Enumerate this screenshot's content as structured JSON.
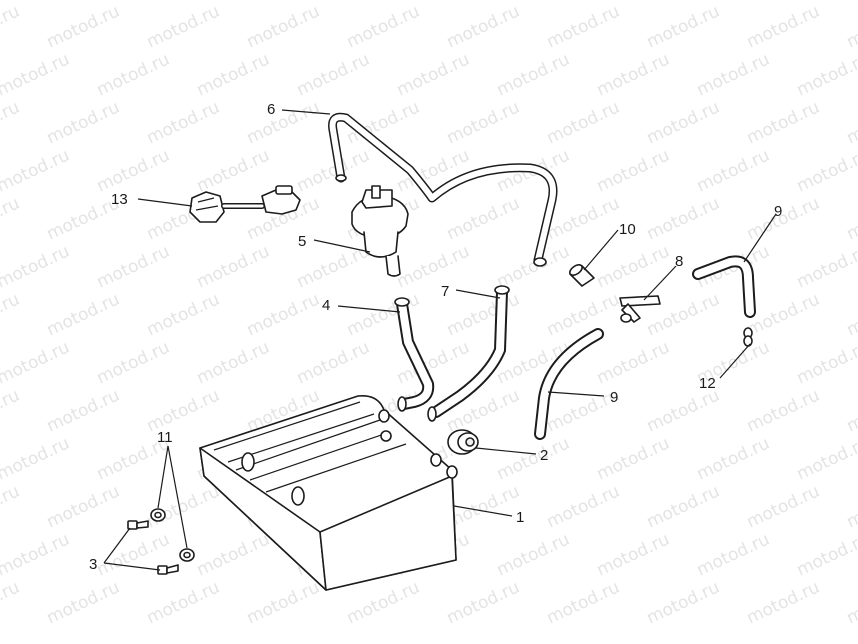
{
  "watermark": "motod.ru",
  "callouts": [
    {
      "id": "c1",
      "label": "1"
    },
    {
      "id": "c2",
      "label": "2"
    },
    {
      "id": "c3",
      "label": "3"
    },
    {
      "id": "c4",
      "label": "4"
    },
    {
      "id": "c5",
      "label": "5"
    },
    {
      "id": "c6",
      "label": "6"
    },
    {
      "id": "c7",
      "label": "7"
    },
    {
      "id": "c8",
      "label": "8"
    },
    {
      "id": "c9a",
      "label": "9"
    },
    {
      "id": "c9b",
      "label": "9"
    },
    {
      "id": "c10",
      "label": "10"
    },
    {
      "id": "c11",
      "label": "11"
    },
    {
      "id": "c12",
      "label": "12"
    },
    {
      "id": "c13",
      "label": "13"
    }
  ]
}
